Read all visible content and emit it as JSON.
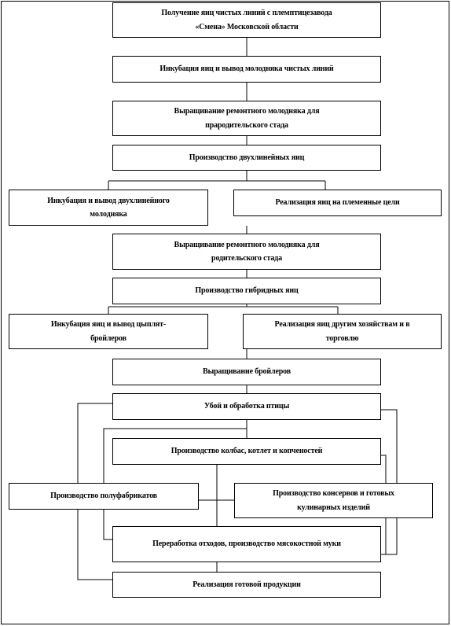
{
  "flowchart": {
    "steps": {
      "s1": "Получение яиц чистых линий с племптицезавода\n«Смена» Московской области",
      "s2": "Инкубация яиц и вывод молодняка чистых линий",
      "s3": "Выращивание ремонтного молодняка для\nпрародительского стада",
      "s4": "Производство двухлинейных яиц",
      "s5": "Инкубация и вывод двухлинейного\nмолодняка",
      "s6": "Реализация яиц на племенные цели",
      "s7": "Выращивание ремонтного молодняка для\nродительского стада",
      "s8": "Производство гибридных яиц",
      "s9": "Инкубация яиц и вывод цыплят-\nбройлеров",
      "s10": "Реализация яиц другим хозяйствам и в\nторговлю",
      "s11": "Выращивание бройлеров",
      "s12": "Убой и обработка птицы",
      "s13": "Производство колбас, котлет и копченостей",
      "s14": "Производство полуфабрикатов",
      "s15": "Производство консервов и готовых\nкулинарных изделий",
      "s16": "Переработка отходов, производство мясокостной муки",
      "s17": "Реализация готовой продукции"
    }
  }
}
